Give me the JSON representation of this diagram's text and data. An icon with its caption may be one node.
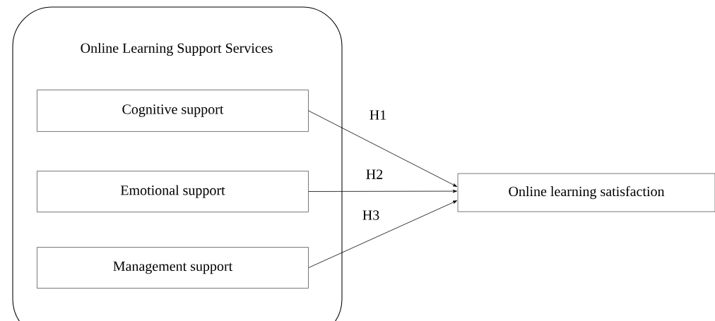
{
  "diagram": {
    "nodes": [
      {
        "text": [
          "Online Learning Support Services"
        ]
      },
      {
        "text": [
          "Cognitive support"
        ],
        "in": 0
      },
      {
        "text": [
          "Emotional support"
        ],
        "in": 0
      },
      {
        "text": [
          "Management support"
        ],
        "in": 0
      },
      {
        "text": [
          "Online learning satisfaction"
        ]
      }
    ],
    "edges": [
      {
        "from": 1,
        "to": 4,
        "arrow": "to",
        "label": "H1"
      },
      {
        "from": 2,
        "to": 4,
        "arrow": "to",
        "label": "H2"
      },
      {
        "from": 3,
        "to": 4,
        "arrow": "to",
        "label": "H3"
      }
    ]
  }
}
